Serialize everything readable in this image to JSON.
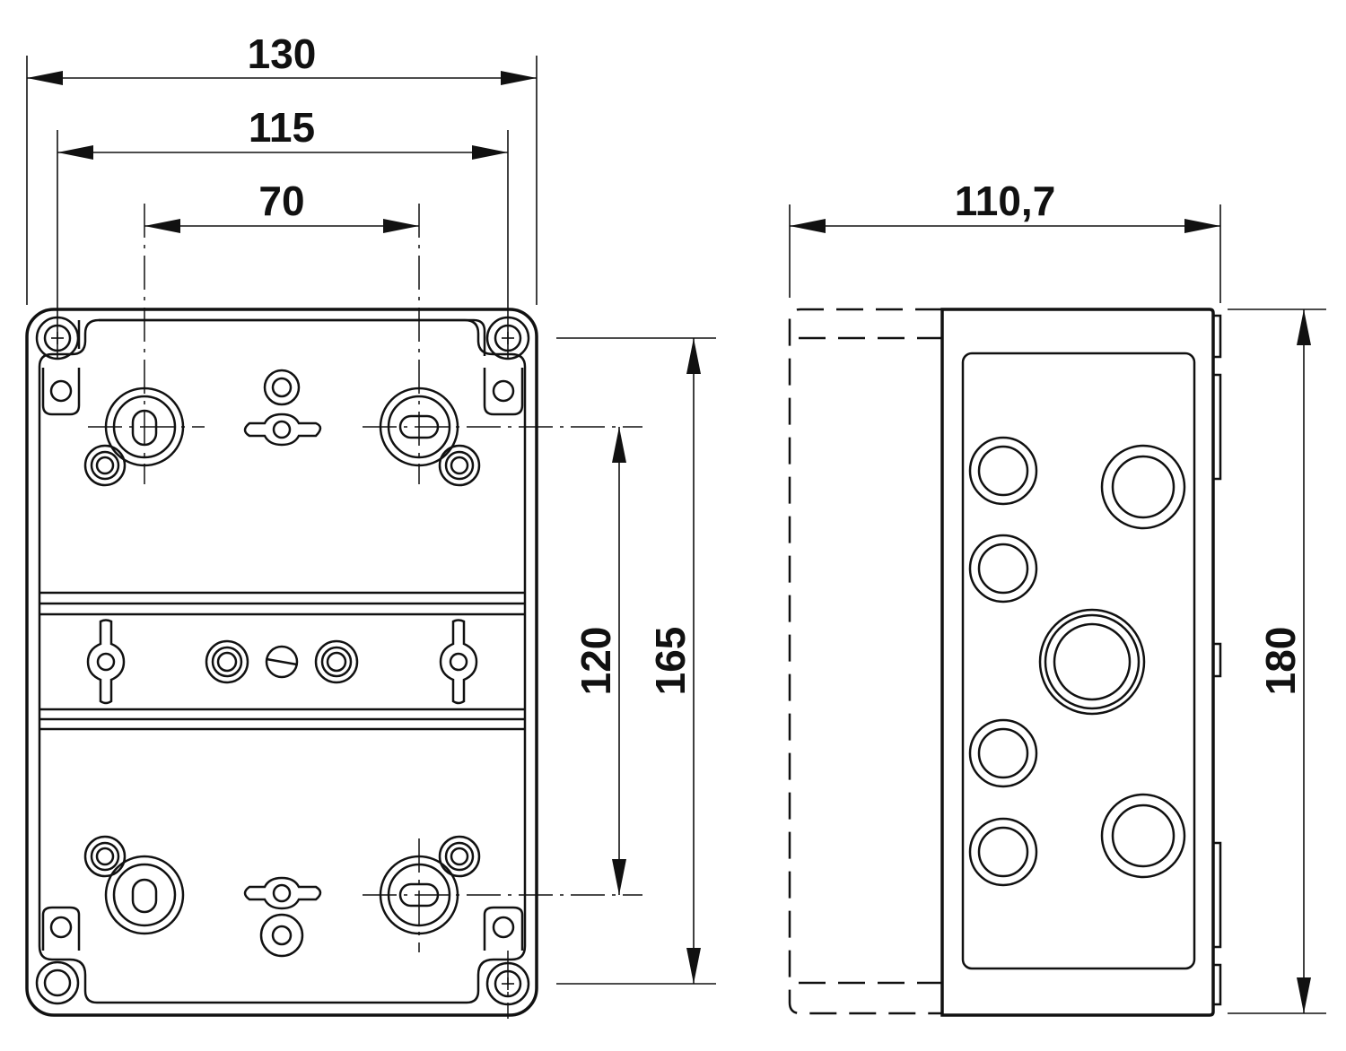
{
  "dimensions": {
    "front_width_overall": "130",
    "front_width_mounting": "115",
    "front_width_inner": "70",
    "front_height_mounting": "120",
    "front_height_overall": "165",
    "side_depth": "110,7",
    "side_height": "180"
  }
}
